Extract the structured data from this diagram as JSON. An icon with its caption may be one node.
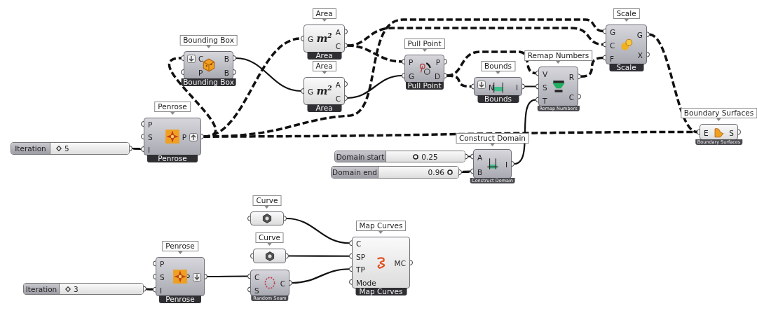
{
  "diagram": {
    "nodes": [
      {
        "text": [
          "Iteration",
          "5"
        ]
      },
      {
        "text": [
          "Penrose",
          "P",
          "S",
          "I",
          "P",
          "Penrose"
        ]
      },
      {
        "text": [
          "Bounding Box",
          "C",
          "P",
          "B",
          "B",
          "Bounding Box"
        ]
      },
      {
        "text": [
          "Area",
          "G",
          "m$^{2}$",
          "A",
          "C",
          "Area"
        ]
      },
      {
        "text": [
          "Area",
          "G",
          "m$^{2}$",
          "A",
          "C",
          "Area"
        ]
      },
      {
        "text": [
          "Pull Point",
          "P",
          "G",
          "P",
          "D",
          "Pull Point"
        ]
      },
      {
        "text": [
          "Bounds",
          "N",
          "I",
          "Bounds"
        ]
      },
      {
        "text": [
          "Remap Numbers",
          "V",
          "S",
          "T",
          "R",
          "C",
          "Remap Numbers"
        ]
      },
      {
        "text": [
          "Scale",
          "G",
          "C",
          "F",
          "G",
          "X",
          "Scale"
        ]
      },
      {
        "text": [
          "Boundary Surfaces",
          "E",
          "S",
          "Boundary Surfaces"
        ]
      },
      {
        "text": [
          "Domain start",
          "0.25"
        ]
      },
      {
        "text": [
          "Domain end",
          "0.96"
        ]
      },
      {
        "text": [
          "Construct Domain",
          "A",
          "B",
          "I",
          "Construct Domain"
        ]
      },
      {
        "text": [
          "Iteration",
          "3"
        ]
      },
      {
        "text": [
          "Penrose",
          "P",
          "S",
          "I",
          "P",
          "Penrose"
        ]
      },
      {
        "text": [
          "Curve"
        ]
      },
      {
        "text": [
          "Curve"
        ]
      },
      {
        "text": [
          "C",
          "S",
          "C",
          "Random Seam"
        ]
      },
      {
        "text": [
          "Map Curves",
          "C",
          "SP",
          "TP",
          "Mode",
          "MC",
          "Map Curves"
        ]
      }
    ],
    "edges": [
      {
        "from": 0,
        "to": 1,
        "arrow": "none"
      },
      {
        "from": 1,
        "to": 2,
        "arrow": "none",
        "style": "dashed"
      },
      {
        "from": 1,
        "to": 3,
        "arrow": "none",
        "style": "dashed"
      },
      {
        "from": 2,
        "to": 4,
        "arrow": "none"
      },
      {
        "from": 1,
        "to": 8,
        "arrow": "none",
        "style": "dashed"
      },
      {
        "from": 3,
        "to": 5,
        "arrow": "none",
        "style": "dashed"
      },
      {
        "from": 3,
        "to": 8,
        "arrow": "none",
        "style": "dashed"
      },
      {
        "from": 4,
        "to": 5,
        "arrow": "none"
      },
      {
        "from": 5,
        "to": 6,
        "arrow": "none",
        "style": "dashed"
      },
      {
        "from": 5,
        "to": 7,
        "arrow": "none",
        "style": "dashed"
      },
      {
        "from": 6,
        "to": 7,
        "arrow": "none"
      },
      {
        "from": 7,
        "to": 8,
        "arrow": "none",
        "style": "dashed"
      },
      {
        "from": 8,
        "to": 9,
        "arrow": "none",
        "style": "dashed"
      },
      {
        "from": 1,
        "to": 9,
        "arrow": "none",
        "style": "dashed"
      },
      {
        "from": 10,
        "to": 12,
        "arrow": "none"
      },
      {
        "from": 11,
        "to": 12,
        "arrow": "none"
      },
      {
        "from": 12,
        "to": 7,
        "arrow": "none"
      },
      {
        "from": 13,
        "to": 14,
        "arrow": "none"
      },
      {
        "from": 14,
        "to": 17,
        "arrow": "none"
      },
      {
        "from": 15,
        "to": 18,
        "arrow": "none"
      },
      {
        "from": 16,
        "to": 18,
        "arrow": "none"
      },
      {
        "from": 17,
        "to": 18,
        "arrow": "none"
      }
    ]
  }
}
